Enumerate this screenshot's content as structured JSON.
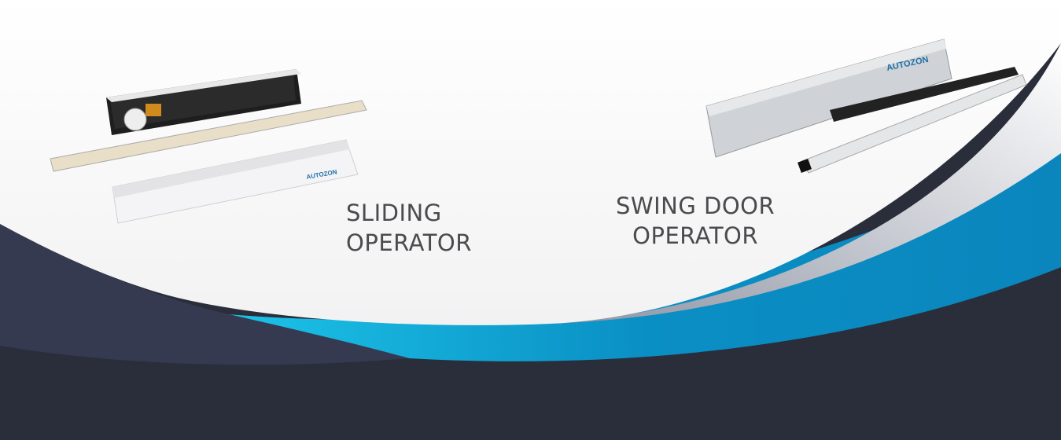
{
  "products": [
    {
      "name_line1": "SLIDING",
      "name_line2": "OPERATOR",
      "brand": "AUTOZON"
    },
    {
      "name_line1": "SWING DOOR",
      "name_line2": "OPERATOR",
      "brand": "AUTOZON"
    }
  ],
  "colors": {
    "dark": "#2a2d3a",
    "dark_lobe": "#353a50",
    "blue": "#0a8fc4",
    "text": "#4b4b4f",
    "brand": "#1d6fa5"
  }
}
